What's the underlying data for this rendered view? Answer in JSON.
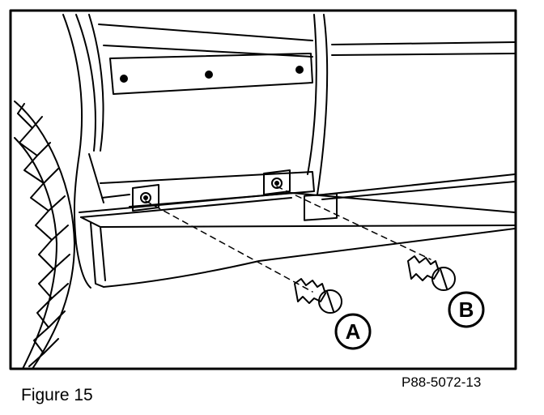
{
  "figure": {
    "caption": "Figure 15",
    "code": "P88-5072-13"
  },
  "callouts": {
    "a": "A",
    "b": "B"
  },
  "colors": {
    "ink": "#000000",
    "paper": "#ffffff"
  }
}
